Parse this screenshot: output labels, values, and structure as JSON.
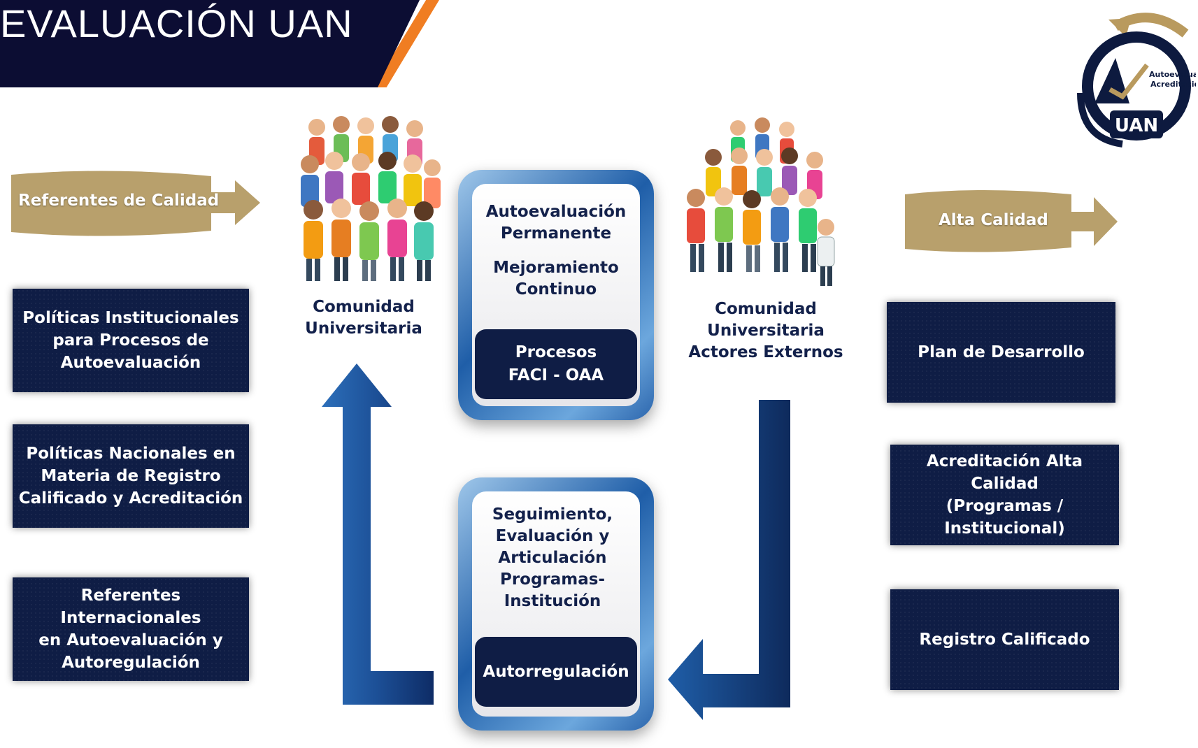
{
  "header": {
    "title": "EVALUACIÓN UAN"
  },
  "logo": {
    "line1": "Autoevaluación",
    "line2": "Acreditación",
    "brand": "UAN"
  },
  "left": {
    "tag": "Referentes de Calidad",
    "boxes": [
      "Políticas Institucionales\npara Procesos de\nAutoevaluación",
      "Políticas Nacionales en\nMateria de Registro\nCalificado y Acreditación",
      "Referentes Internacionales\nen Autoevaluación y\nAutoregulación"
    ]
  },
  "people": {
    "left_label": "Comunidad\nUniversitaria",
    "right_label": "Comunidad\nUniversitaria\nActores Externos"
  },
  "center_top": {
    "line1": "Autoevaluación\nPermanente",
    "line2": "Mejoramiento\nContinuo",
    "dark": "Procesos\nFACI - OAA"
  },
  "center_bottom": {
    "text": "Seguimiento,\nEvaluación y\nArticulación\nProgramas-\nInstitución",
    "dark": "Autorregulación"
  },
  "right": {
    "tag": "Alta Calidad",
    "boxes": [
      "Plan de Desarrollo",
      "Acreditación Alta Calidad\n(Programas / Institucional)",
      "Registro Calificado"
    ]
  },
  "colors": {
    "navy": "#0f1d45",
    "header_bg": "#0c0d33",
    "accent_orange": "#f07d22",
    "gold": "#b8a06c",
    "arrow_blue": "#1f5ea8"
  }
}
